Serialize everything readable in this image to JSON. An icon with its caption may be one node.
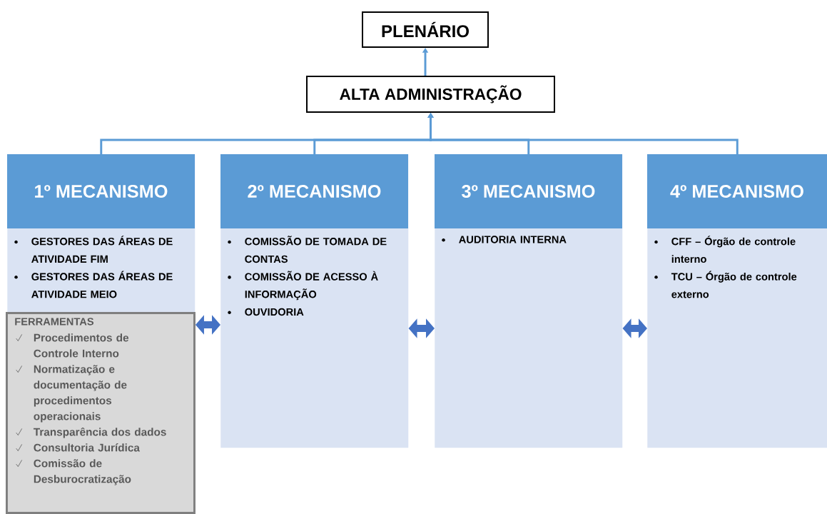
{
  "diagram": {
    "nodes": [
      {
        "text": [
          "PLENÁRIO"
        ]
      },
      {
        "text": [
          "ALTA ADMINISTRAÇÃO"
        ]
      },
      {
        "text": [
          "1º MECANISMO",
          "GESTORES DAS ÁREAS DE ATIVIDADE FIM",
          "GESTORES DAS ÁREAS DE ATIVIDADE MEIO"
        ]
      },
      {
        "text": [
          "FERRAMENTAS",
          "Procedimentos de Controle Interno",
          "Normatização e documentação de procedimentos operacionais",
          "Transparência dos dados",
          "Consultoria Jurídica",
          "Comissão de Desburocratização"
        ]
      },
      {
        "text": [
          "2º MECANISMO",
          "COMISSÃO DE TOMADA DE CONTAS",
          "COMISSÃO DE ACESSO À INFORMAÇÃO",
          "OUVIDORIA"
        ]
      },
      {
        "text": [
          "3º MECANISMO",
          "AUDITORIA INTERNA"
        ]
      },
      {
        "text": [
          "4º MECANISMO",
          "CFF – Órgão de controle interno",
          "TCU – Órgão de controle externo"
        ]
      }
    ],
    "edges": [
      {
        "from": 1,
        "to": 0,
        "arrow": "to"
      },
      {
        "from": 2,
        "to": 1,
        "arrow": "to"
      },
      {
        "from": 4,
        "to": 1,
        "arrow": "to"
      },
      {
        "from": 5,
        "to": 1,
        "arrow": "to"
      },
      {
        "from": 6,
        "to": 1,
        "arrow": "to"
      },
      {
        "from": 3,
        "to": 4,
        "arrow": "both",
        "style": "thick",
        "color": "#4472c4"
      },
      {
        "from": 4,
        "to": 5,
        "arrow": "both",
        "style": "thick",
        "color": "#4472c4"
      },
      {
        "from": 5,
        "to": 6,
        "arrow": "both",
        "style": "thick",
        "color": "#4472c4"
      }
    ]
  }
}
